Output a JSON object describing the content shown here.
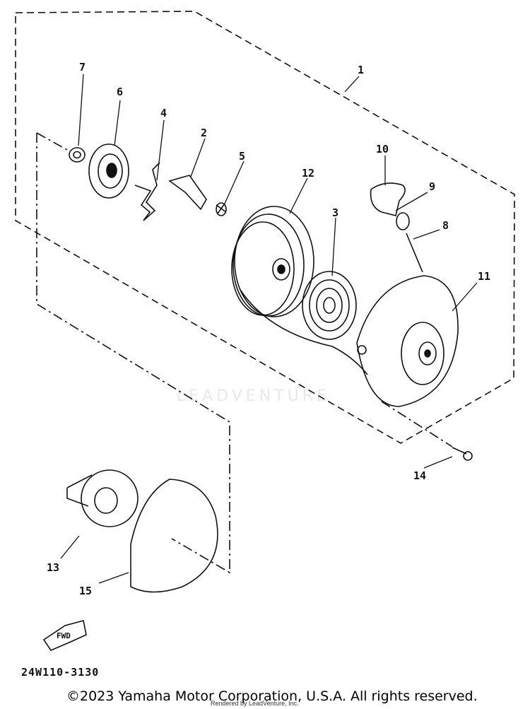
{
  "diagram": {
    "callouts": {
      "p1": "1",
      "p2": "2",
      "p3": "3",
      "p4": "4",
      "p5": "5",
      "p6": "6",
      "p7": "7",
      "p8": "8",
      "p9": "9",
      "p10": "10",
      "p11": "11",
      "p12": "12",
      "p13": "13",
      "p14": "14",
      "p15": "15"
    },
    "fwd_label": "FWD",
    "part_code": "24W110-3130",
    "watermark": "LEADVENTURE"
  },
  "footer": {
    "copyright": "©2023 Yamaha Motor Corporation, U.S.A. All rights reserved.",
    "rendered_by": "Rendered by LeadVenture, Inc."
  }
}
